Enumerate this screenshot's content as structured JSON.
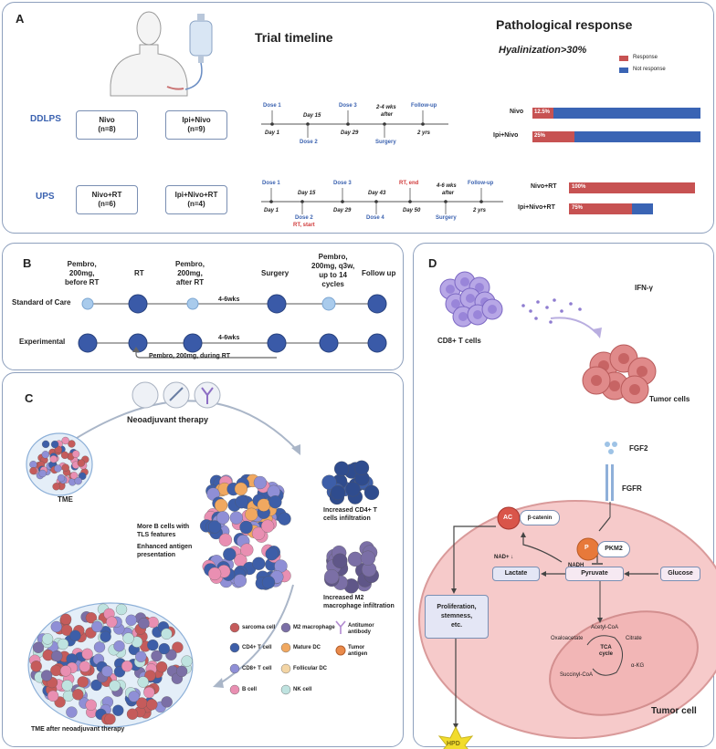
{
  "panelA": {
    "letter": "A",
    "timeline_title": "Trial timeline",
    "response_title": "Pathological response",
    "response_subtitle": "Hyalinization>30%",
    "legend": [
      {
        "label": "Response",
        "color": "#c75252"
      },
      {
        "label": "Not response",
        "color": "#3a64b4"
      }
    ],
    "ddlps": {
      "label": "DDLPS",
      "arm1": {
        "name": "Nivo",
        "n": "(n=8)"
      },
      "arm2": {
        "name": "Ipi+Nivo",
        "n": "(n=9)"
      },
      "timeline": {
        "top_labels": [
          {
            "text": "Dose 1",
            "color": "blue"
          },
          {
            "text": "Day 15",
            "color": "dark"
          },
          {
            "text": "Dose 3",
            "color": "blue"
          },
          {
            "text": "2-4 wks",
            "color": "dark"
          },
          {
            "text": "after",
            "color": "dark"
          },
          {
            "text": "Follow-up",
            "color": "blue"
          }
        ],
        "bottom_labels": [
          {
            "text": "Day 1",
            "color": "dark"
          },
          {
            "text": "Dose 2",
            "color": "blue"
          },
          {
            "text": "Day 29",
            "color": "dark"
          },
          {
            "text": "Surgery",
            "color": "blue"
          },
          {
            "text": "2 yrs",
            "color": "dark"
          }
        ]
      },
      "bars": [
        {
          "name": "Nivo",
          "response": 12.5,
          "label": "12.5%"
        },
        {
          "name": "Ipi+Nivo",
          "response": 25,
          "label": "25%"
        }
      ]
    },
    "ups": {
      "label": "UPS",
      "arm1": {
        "name": "Nivo+RT",
        "n": "(n=6)"
      },
      "arm2": {
        "name": "Ipi+Nivo+RT",
        "n": "(n=4)"
      },
      "timeline": {
        "top_labels": [
          {
            "text": "Dose 1",
            "color": "blue"
          },
          {
            "text": "Day 15",
            "color": "dark"
          },
          {
            "text": "Dose 3",
            "color": "blue"
          },
          {
            "text": "Day 43",
            "color": "dark"
          },
          {
            "text": "RT, end",
            "color": "red"
          },
          {
            "text": "4-6 wks",
            "color": "dark"
          },
          {
            "text": "after",
            "color": "dark"
          },
          {
            "text": "Follow-up",
            "color": "blue"
          }
        ],
        "bottom_labels": [
          {
            "text": "Day 1",
            "color": "dark"
          },
          {
            "text": "Dose 2",
            "color": "blue"
          },
          {
            "text": "RT, start",
            "color": "red"
          },
          {
            "text": "Day 29",
            "color": "dark"
          },
          {
            "text": "Dose 4",
            "color": "blue"
          },
          {
            "text": "Day 50",
            "color": "dark"
          },
          {
            "text": "Surgery",
            "color": "blue"
          },
          {
            "text": "2 yrs",
            "color": "dark"
          }
        ]
      },
      "bars": [
        {
          "name": "Nivo+RT",
          "response": 100,
          "label": "100%"
        },
        {
          "name": "Ipi+Nivo+RT",
          "response": 75,
          "label": "75%"
        }
      ]
    }
  },
  "panelB": {
    "letter": "B",
    "column_headers": [
      "Pembro,\n200mg,\nbefore RT",
      "RT",
      "Pembro,\n200mg,\nafter RT",
      "Surgery",
      "Pembro,\n200mg, q3w,\nup to 14\ncycles",
      "Follow up"
    ],
    "rows": [
      {
        "label": "Standard of Care",
        "interval": "4-6wks"
      },
      {
        "label": "Experimental",
        "interval": "4-6wks"
      }
    ],
    "note": "Pembro, 200mg, during RT"
  },
  "panelC": {
    "letter": "C",
    "title": "Neoadjuvant therapy",
    "tme_label": "TME",
    "tme_after_label": "TME after neoadjuvant therapy",
    "findings": [
      "More B cells with\nTLS features",
      "Enhanced antigen\npresentation",
      "Increased CD4+ T\ncells infiltration",
      "Increased M2\nmacrophage infiltration"
    ],
    "legend": [
      {
        "label": "sarcoma cell",
        "color": "#c55b5b"
      },
      {
        "label": "CD4+ T cell",
        "color": "#3d5ea8"
      },
      {
        "label": "CD8+ T cell",
        "color": "#8f8fd6"
      },
      {
        "label": "B cell",
        "color": "#e98fb2"
      },
      {
        "label": "M2 macrophage",
        "color": "#7b6fa6"
      },
      {
        "label": "Mature DC",
        "color": "#f0a860"
      },
      {
        "label": "Follicular DC",
        "color": "#f3d5a5"
      },
      {
        "label": "NK cell",
        "color": "#bfe3e0"
      },
      {
        "label": "Antitumor\nantibody",
        "color": "#b28ad1"
      },
      {
        "label": "Tumor\nantigen",
        "color": "#ea8a4a"
      }
    ]
  },
  "panelD": {
    "letter": "D",
    "cd8_label": "CD8+ T cells",
    "ifn_label": "IFN-γ",
    "tumor_cells_label": "Tumor cells",
    "fgf2_label": "FGF2",
    "fgfr_label": "FGFR",
    "ac_label": "AC",
    "catenin_label": "β-catenin",
    "p_label": "P",
    "pkm2_label": "PKM2",
    "nadh_label": "NADH",
    "nad_label": "NAD+ ↓",
    "lactate_label": "Lactate",
    "pyruvate_label": "Pyruvate",
    "glucose_label": "Glucose",
    "prolif_label": "Proliferation,\nstemness,\netc.",
    "acetyl_label": "Acetyl-CoA",
    "oxalo_label": "Oxaloacetate",
    "citrate_label": "Citrate",
    "tca_label": "TCA\ncycle",
    "succinyl_label": "Succinyl-CoA",
    "akg_label": "α-KG",
    "tumor_cell_label": "Tumor cell",
    "hpd_label": "HPD"
  }
}
